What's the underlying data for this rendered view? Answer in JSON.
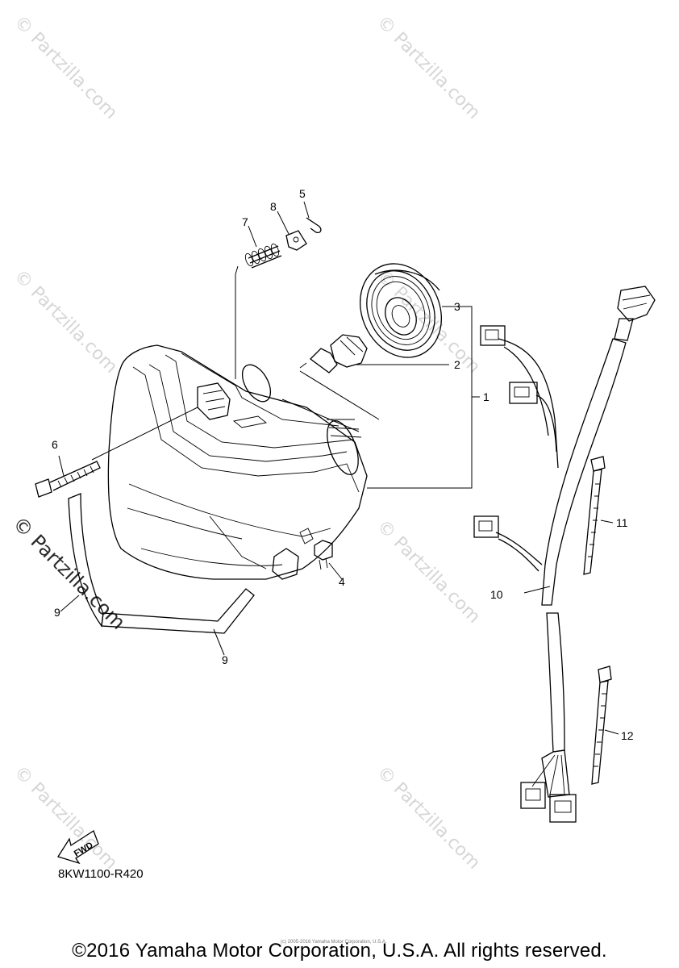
{
  "watermarks": {
    "text": "© Partzilla.com"
  },
  "callouts": {
    "c1": "1",
    "c2": "2",
    "c3": "3",
    "c4": "4",
    "c5": "5",
    "c6": "6",
    "c7": "7",
    "c8": "8",
    "c9a": "9",
    "c9b": "9",
    "c10": "10",
    "c11": "11",
    "c12": "12"
  },
  "fwd_arrow": {
    "label": "FWD"
  },
  "part_code": "8KW1100-R420",
  "tiny_copyright": "(c) 2005-2016 Yamaha Motor Corporation, U.S.A.",
  "copyright": "©2016 Yamaha Motor Corporation, U.S.A. All rights reserved."
}
